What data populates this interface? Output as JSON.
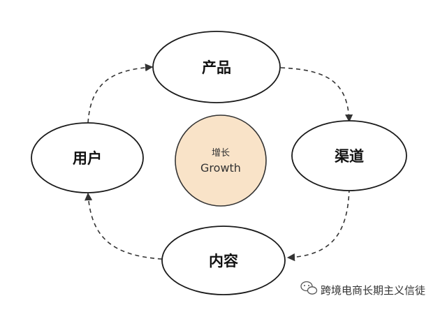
{
  "nodes": {
    "product": "产品",
    "channel": "渠道",
    "content": "内容",
    "user": "用户"
  },
  "center": {
    "label_cn": "增长",
    "label_en": "Growth"
  },
  "watermark": {
    "text": "跨境电商长期主义信徒",
    "icon": "wechat-icon"
  },
  "colors": {
    "center_fill": "#F9E3C8",
    "stroke": "#1a1a1a",
    "arrow": "#333333"
  }
}
